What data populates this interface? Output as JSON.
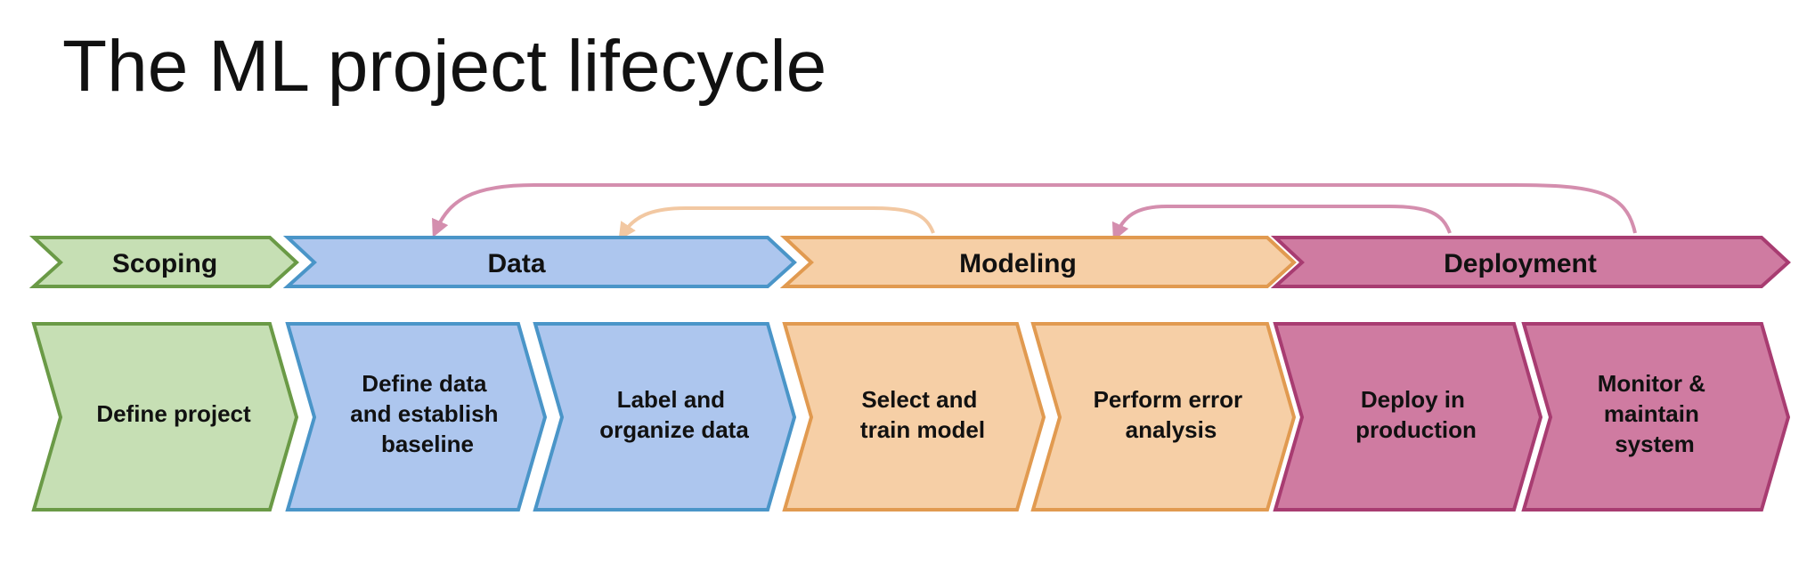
{
  "title": "The ML project lifecycle",
  "colors": {
    "scoping_fill": "#c6dfb4",
    "scoping_stroke": "#6a9a46",
    "data_fill": "#adc6ee",
    "data_stroke": "#4a95c8",
    "modeling_fill": "#f6cfa6",
    "modeling_stroke": "#e19a50",
    "deployment_fill": "#cf7ba1",
    "deployment_stroke": "#a83c71",
    "loop_back_pink": "#d48eae",
    "loop_back_orange": "#f2c8a2"
  },
  "phases": [
    {
      "id": "scoping",
      "label": "Scoping"
    },
    {
      "id": "data",
      "label": "Data"
    },
    {
      "id": "modeling",
      "label": "Modeling"
    },
    {
      "id": "deployment",
      "label": "Deployment"
    }
  ],
  "steps": [
    {
      "id": "define-project",
      "phase": "scoping",
      "lines": [
        "Define project"
      ]
    },
    {
      "id": "define-data",
      "phase": "data",
      "lines": [
        "Define data",
        "and establish",
        "baseline"
      ]
    },
    {
      "id": "label-organize",
      "phase": "data",
      "lines": [
        "Label and",
        "organize data"
      ]
    },
    {
      "id": "select-train",
      "phase": "modeling",
      "lines": [
        "Select and",
        "train model"
      ]
    },
    {
      "id": "error-analysis",
      "phase": "modeling",
      "lines": [
        "Perform error",
        "analysis"
      ]
    },
    {
      "id": "deploy",
      "phase": "deployment",
      "lines": [
        "Deploy in",
        "production"
      ]
    },
    {
      "id": "monitor",
      "phase": "deployment",
      "lines": [
        "Monitor &",
        "maintain",
        "system"
      ]
    }
  ],
  "feedback_loops": [
    {
      "from": "deployment",
      "to": "data",
      "color_key": "loop_back_pink"
    },
    {
      "from": "modeling",
      "to": "data",
      "color_key": "loop_back_orange"
    },
    {
      "from": "deployment",
      "to": "modeling",
      "color_key": "loop_back_pink"
    }
  ]
}
